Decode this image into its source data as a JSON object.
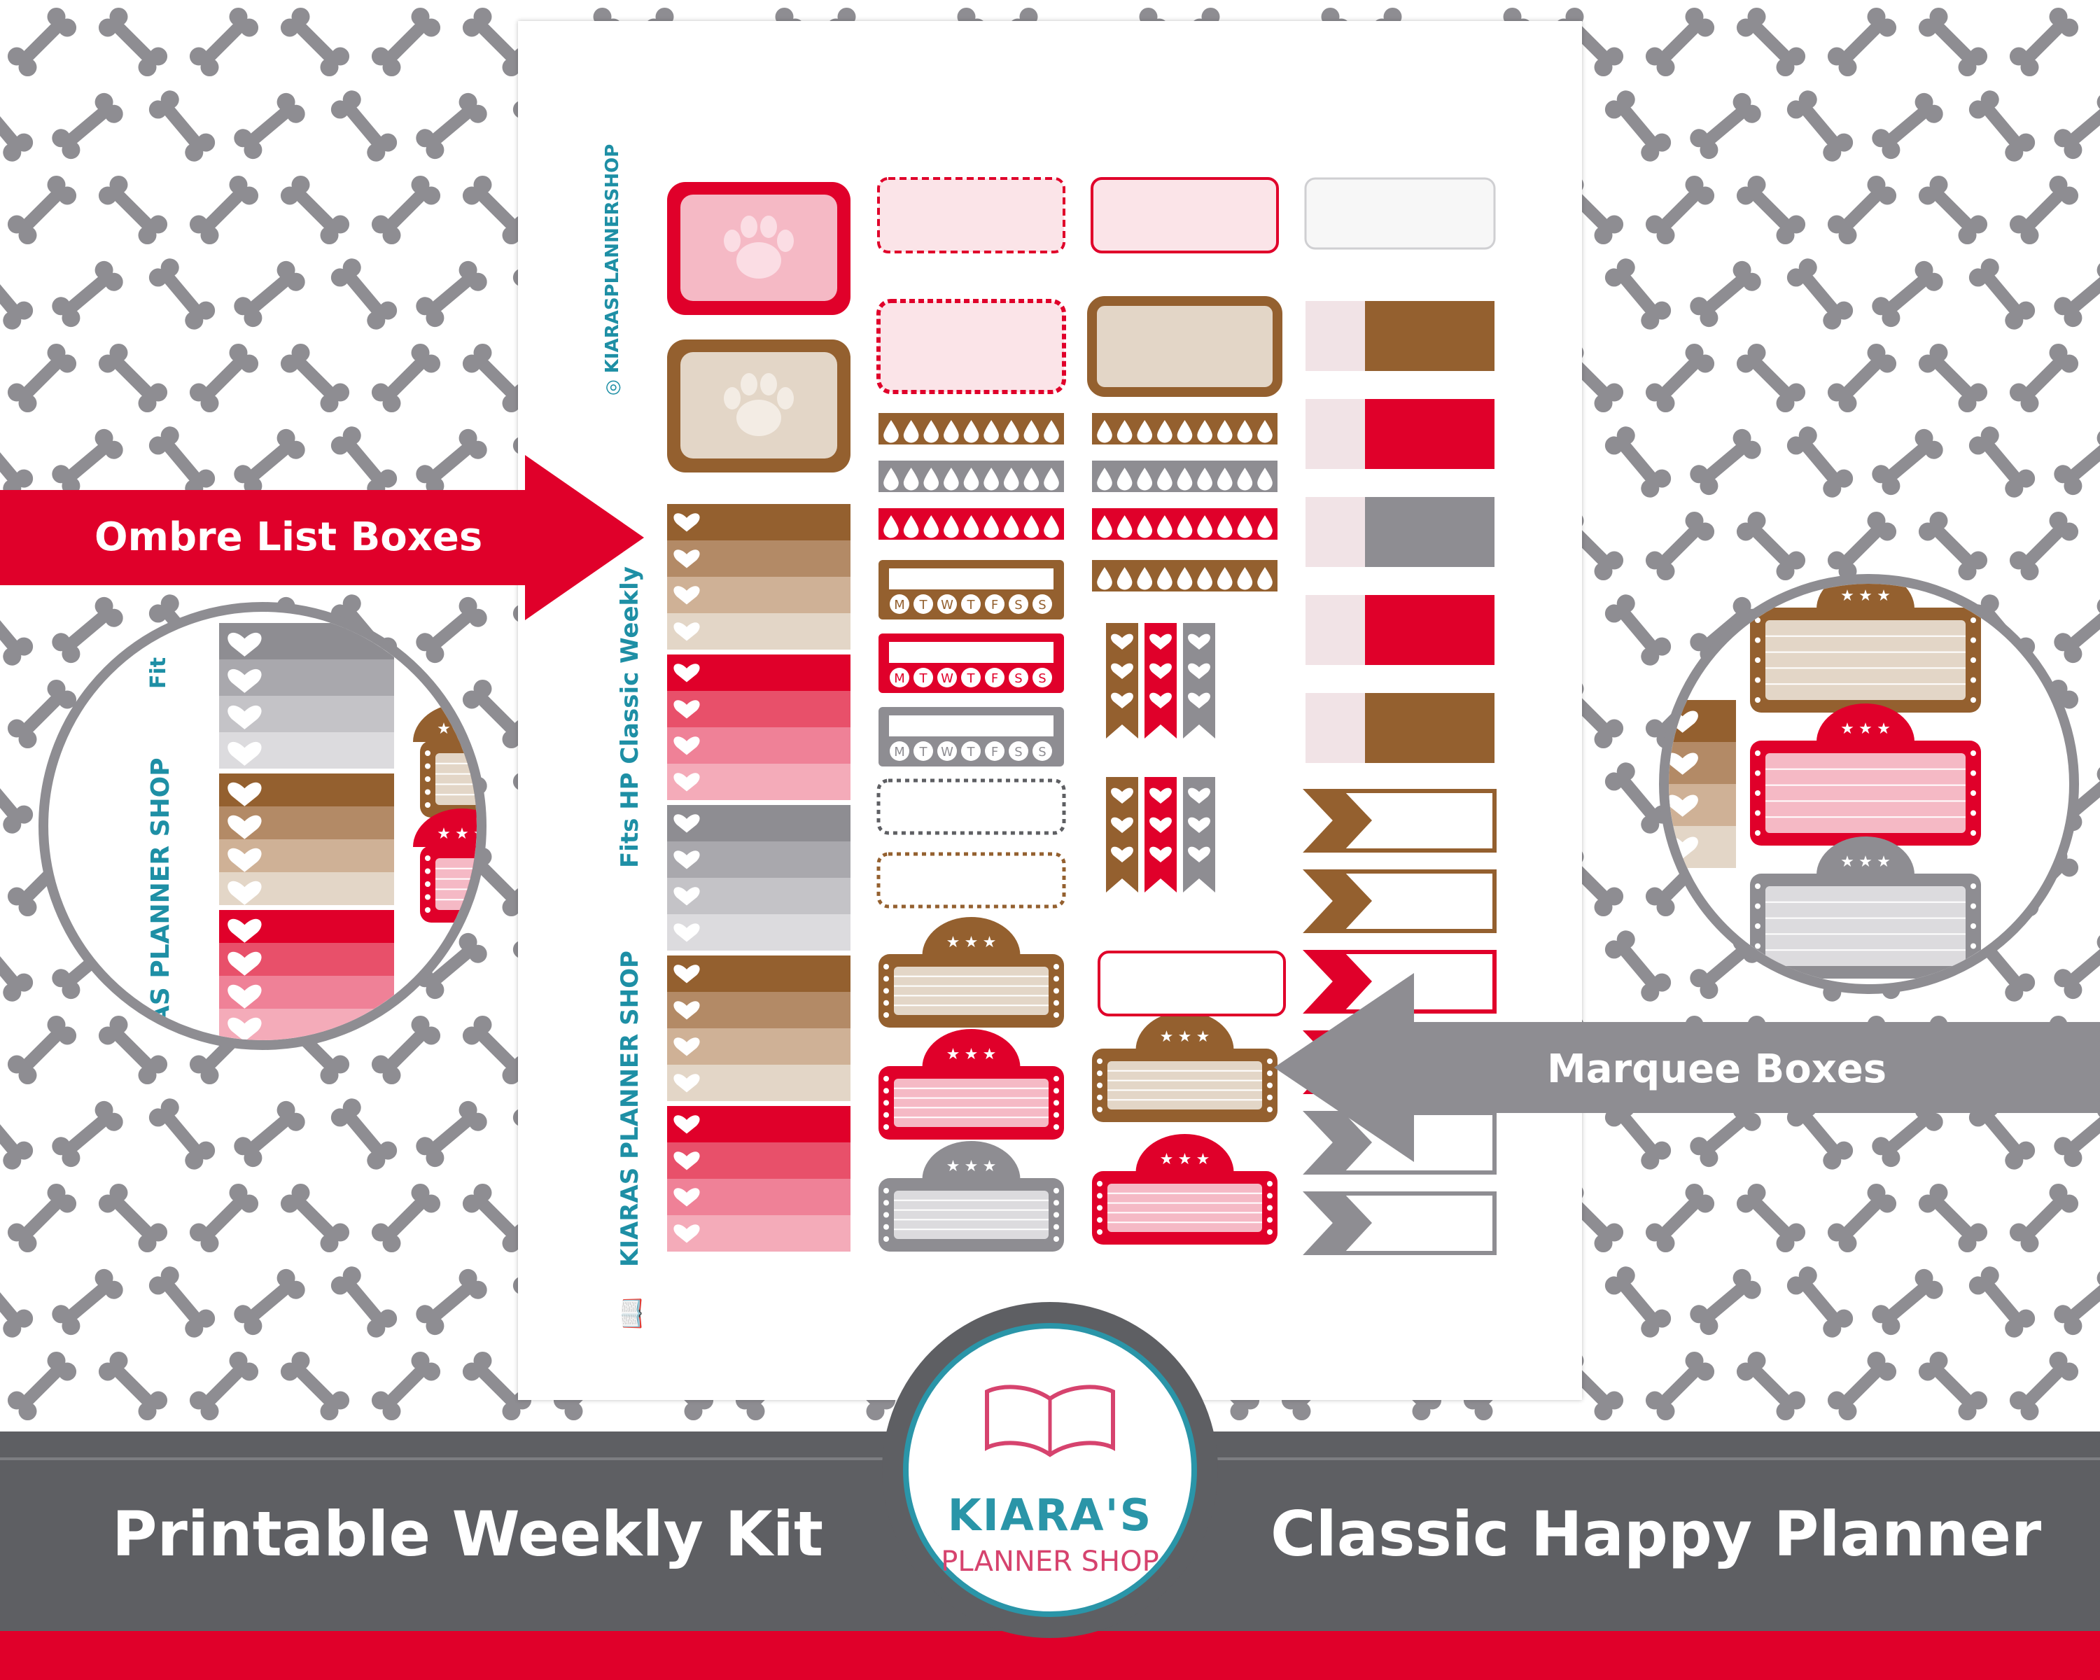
{
  "callouts": {
    "ombre": "Ombre List Boxes",
    "marquee": "Marquee Boxes"
  },
  "sheet": {
    "instagram": "KIARASPLANNERSHOP",
    "fits": "Fits HP Classic Weekly",
    "shop": "KIARAS PLANNER SHOP",
    "zoom_shop": "AS PLANNER SHOP",
    "zoom_fits": "Fit",
    "weekdays": [
      "M",
      "T",
      "W",
      "T",
      "F",
      "S",
      "S"
    ]
  },
  "footer": {
    "left": "Printable Weekly Kit",
    "right": "Classic Happy Planner"
  },
  "logo": {
    "line1": "KIARA'S",
    "line2": "PLANNER SHOP"
  },
  "colors": {
    "brown": "#94602f",
    "red": "#e0002a",
    "gray": "#8e8d92",
    "pink": "#f5b9c5",
    "tan": "#e3d6c7",
    "teal": "#1e8fa5",
    "band": "#5e5f63"
  },
  "icons": [
    "bone-icon",
    "paw-icon",
    "heart-icon",
    "star-icon",
    "instagram-icon",
    "book-icon"
  ]
}
